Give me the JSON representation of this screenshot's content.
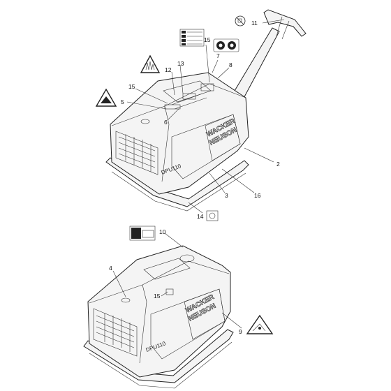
{
  "callouts": {
    "c2": "2",
    "c3": "3",
    "c4": "4",
    "c5": "5",
    "c6": "6",
    "c7": "7",
    "c8": "8",
    "c9": "9",
    "c10": "10",
    "c11": "11",
    "c12": "12",
    "c13": "13",
    "c14": "14",
    "c15a": "15",
    "c15b": "15",
    "c15c": "15",
    "c16": "16"
  },
  "brand": {
    "top": "WACKER",
    "bottom": "NEUSON"
  },
  "model": "DPU110",
  "icons": {
    "no_entry": "no-symbol-icon",
    "ear_eye": "ear-and-eye-protection-icon",
    "warning_hot": "hot-surface-warning-icon",
    "warning_hand": "hand-crush-warning-icon",
    "warning_foot": "foot-crush-warning-icon",
    "info_panel": "lifting-point-icon",
    "manual": "read-manual-icon"
  },
  "colors": {
    "line": "#222222",
    "fill": "#f4f4f4",
    "label_dark": "#333333"
  }
}
